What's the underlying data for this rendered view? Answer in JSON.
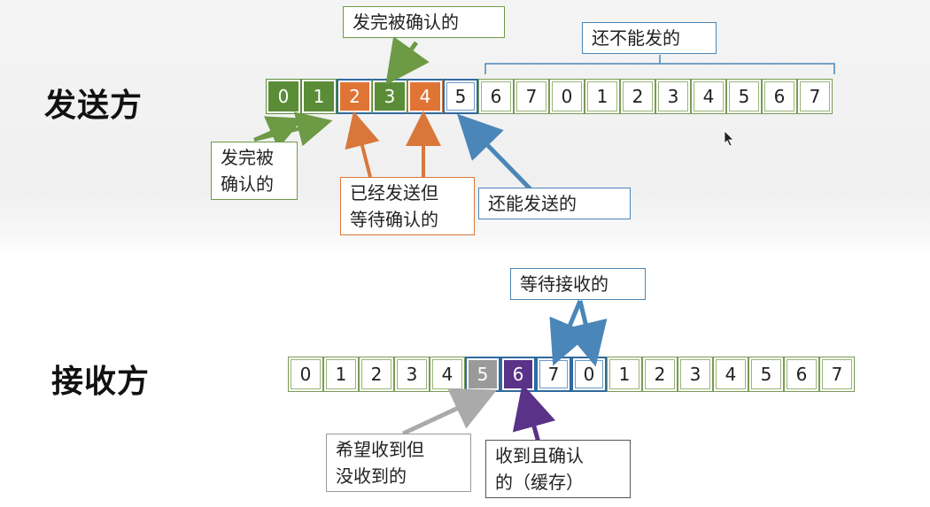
{
  "sender": {
    "title": "发送方",
    "cells": [
      "0",
      "1",
      "2",
      "3",
      "4",
      "5",
      "6",
      "7",
      "0",
      "1",
      "2",
      "3",
      "4",
      "5",
      "6",
      "7"
    ],
    "labels": {
      "acked_top": "发完被确认的",
      "not_yet": "还不能发的",
      "acked_left": "发完被\n确认的",
      "sent_wait": "已经发送但\n等待确认的",
      "can_send": "还能发送的"
    }
  },
  "receiver": {
    "title": "接收方",
    "cells": [
      "0",
      "1",
      "2",
      "3",
      "4",
      "5",
      "6",
      "7",
      "0",
      "1",
      "2",
      "3",
      "4",
      "5",
      "6",
      "7"
    ],
    "labels": {
      "waiting": "等待接收的",
      "expected": "希望收到但\n没收到的",
      "received": "收到且确认\n的（缓存）"
    }
  },
  "colors": {
    "green": "#5b8c37",
    "orange": "#e07434",
    "blue": "#4a86b8",
    "grey": "#9a9a9a",
    "purple": "#5a3287"
  }
}
